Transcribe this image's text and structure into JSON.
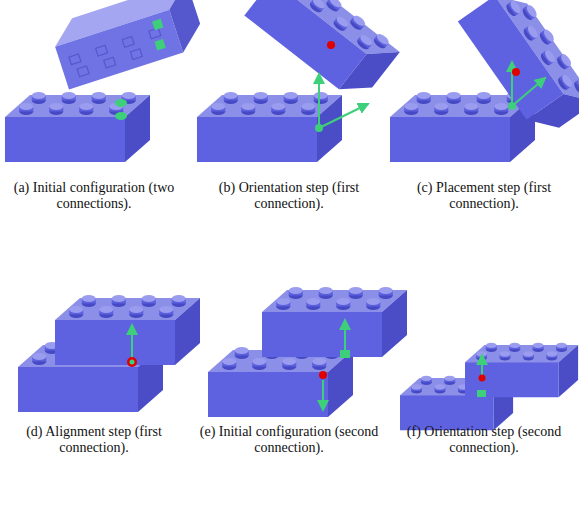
{
  "diagram": {
    "labels": [
      "(a) Initial configuration (two connections).",
      "(b) Orientation step (first connection).",
      "(c) Placement step (first connection).",
      "(d) Alignment step (first connection).",
      "(e) Initial configuration (second connection).",
      "(f) Orientation step (second connection)."
    ]
  }
}
